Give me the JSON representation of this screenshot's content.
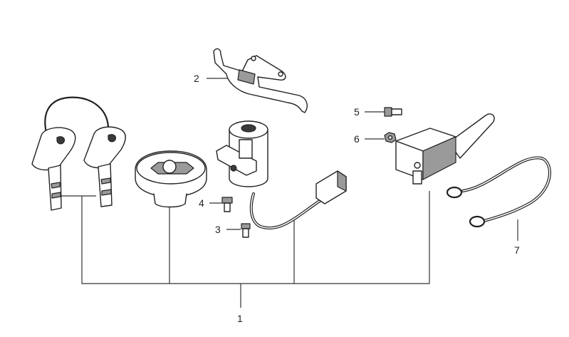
{
  "diagram": {
    "callouts": [
      {
        "id": "1",
        "text": "1"
      },
      {
        "id": "2",
        "text": "2"
      },
      {
        "id": "3",
        "text": "3"
      },
      {
        "id": "4",
        "text": "4"
      },
      {
        "id": "5",
        "text": "5"
      },
      {
        "id": "6",
        "text": "6"
      },
      {
        "id": "7",
        "text": "7"
      }
    ],
    "colors": {
      "line": "#222222",
      "shade": "#9a9a9a",
      "background": "#ffffff"
    }
  }
}
